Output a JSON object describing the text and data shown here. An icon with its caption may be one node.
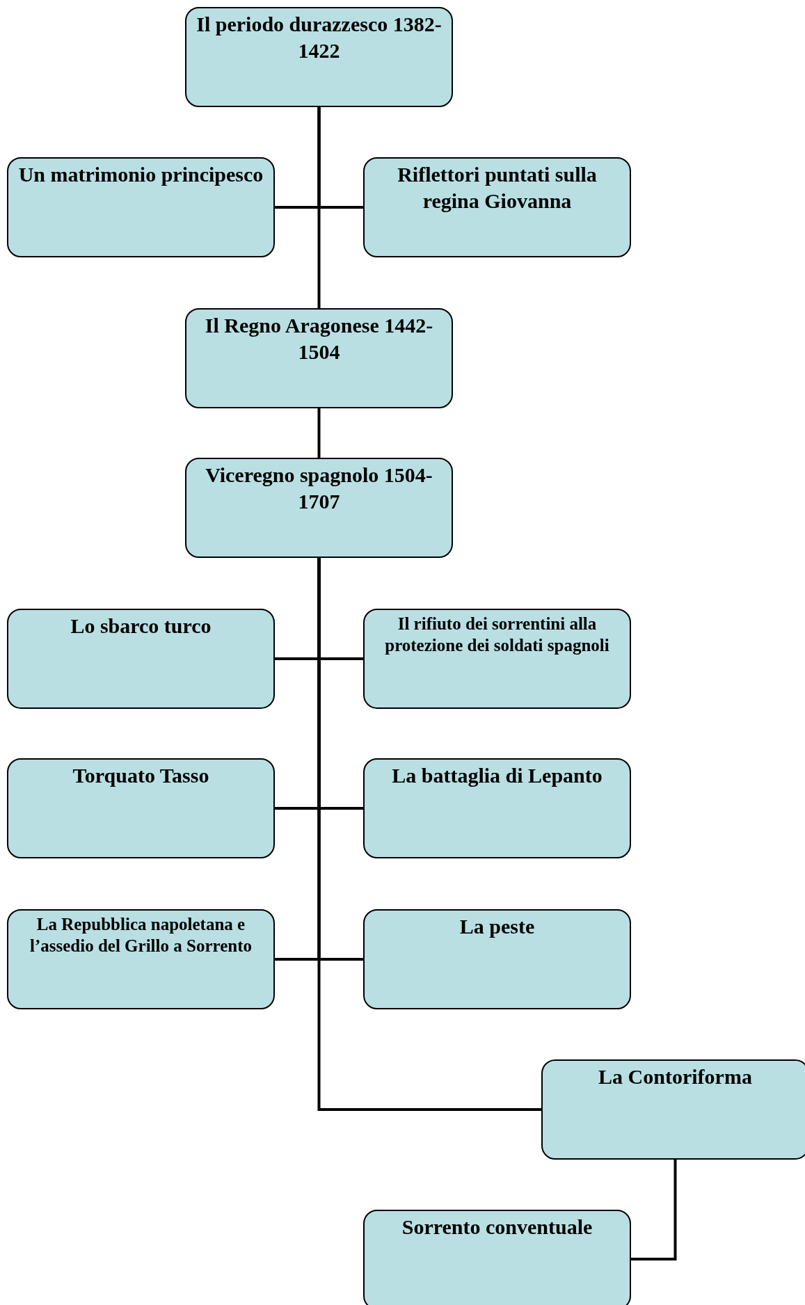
{
  "diagram": {
    "nodes": [
      {
        "text": [
          "Il periodo durazzesco 1382-1422"
        ]
      },
      {
        "text": [
          "Un matrimonio principesco"
        ]
      },
      {
        "text": [
          "Riflettori puntati sulla regina Giovanna"
        ]
      },
      {
        "text": [
          "Il Regno Aragonese 1442-1504"
        ]
      },
      {
        "text": [
          "Viceregno spagnolo 1504-1707"
        ]
      },
      {
        "text": [
          "Lo sbarco turco"
        ]
      },
      {
        "text": [
          "Il rifiuto dei sorrentini alla protezione dei soldati spagnoli"
        ]
      },
      {
        "text": [
          "Torquato Tasso"
        ]
      },
      {
        "text": [
          "La battaglia di Lepanto"
        ]
      },
      {
        "text": [
          "La Repubblica napoletana e l’assedio del Grillo a Sorrento"
        ]
      },
      {
        "text": [
          "La peste"
        ]
      },
      {
        "text": [
          "La Contoriforma"
        ]
      },
      {
        "text": [
          "Sorrento conventuale"
        ]
      }
    ],
    "edges": [
      {
        "from": 0,
        "to": 1,
        "arrow": "none"
      },
      {
        "from": 0,
        "to": 2,
        "arrow": "none"
      },
      {
        "from": 0,
        "to": 3,
        "arrow": "none"
      },
      {
        "from": 3,
        "to": 4,
        "arrow": "none"
      },
      {
        "from": 4,
        "to": 5,
        "arrow": "none"
      },
      {
        "from": 4,
        "to": 6,
        "arrow": "none"
      },
      {
        "from": 4,
        "to": 7,
        "arrow": "none"
      },
      {
        "from": 4,
        "to": 8,
        "arrow": "none"
      },
      {
        "from": 4,
        "to": 9,
        "arrow": "none"
      },
      {
        "from": 4,
        "to": 10,
        "arrow": "none"
      },
      {
        "from": 4,
        "to": 11,
        "arrow": "none"
      },
      {
        "from": 11,
        "to": 12,
        "arrow": "none"
      }
    ]
  }
}
